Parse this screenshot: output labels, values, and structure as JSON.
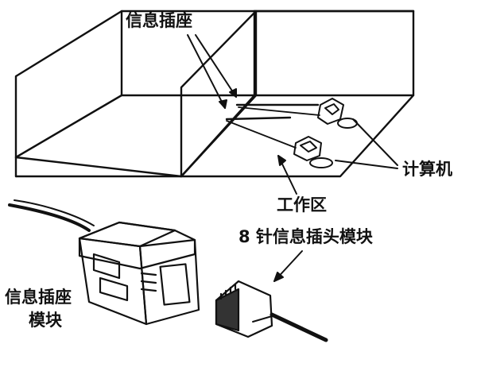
{
  "labels": {
    "socket_top": "信息插座",
    "computer": "计算机",
    "work_area": "工作区",
    "plug_module": "8 针信息插头模块",
    "socket_module_line1": "信息插座",
    "socket_module_line2": "模块"
  },
  "colors": {
    "ink": "#111111",
    "paper": "#ffffff",
    "shade": "#333333"
  }
}
